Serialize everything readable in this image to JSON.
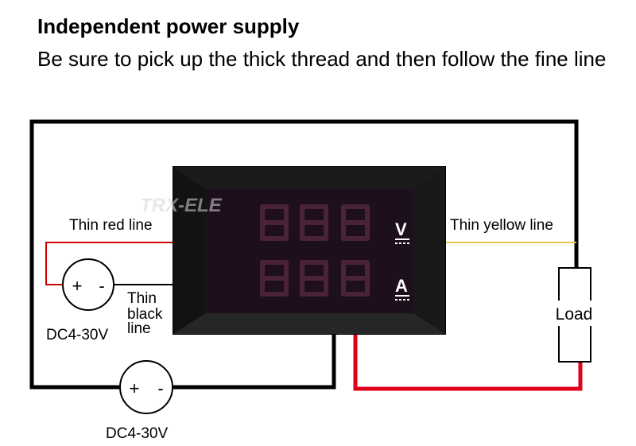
{
  "header": {
    "title": "Independent power supply",
    "instruction": "Be sure to pick up the thick thread and then follow the fine line"
  },
  "meter": {
    "watermark": "TRX-ELE",
    "volt_unit": "V",
    "amp_unit": "A"
  },
  "labels": {
    "thin_red": "Thin red line",
    "thin_yellow": "Thin yellow line",
    "thin_black_1": "Thin",
    "thin_black_2": "black",
    "thin_black_3": "line",
    "load": "Load"
  },
  "supply_small": {
    "plus": "+",
    "minus": "-",
    "label": "DC4-30V"
  },
  "supply_main": {
    "plus": "+",
    "minus": "-",
    "label": "DC4-30V"
  },
  "colors": {
    "thick_black": "#000000",
    "thick_red": "#e0001a",
    "thin_red": "#d00000",
    "thin_yellow": "#e8c44a",
    "thin_black": "#000000",
    "display_bg": "#1e0f1c",
    "digit_off": "#4a2436"
  }
}
